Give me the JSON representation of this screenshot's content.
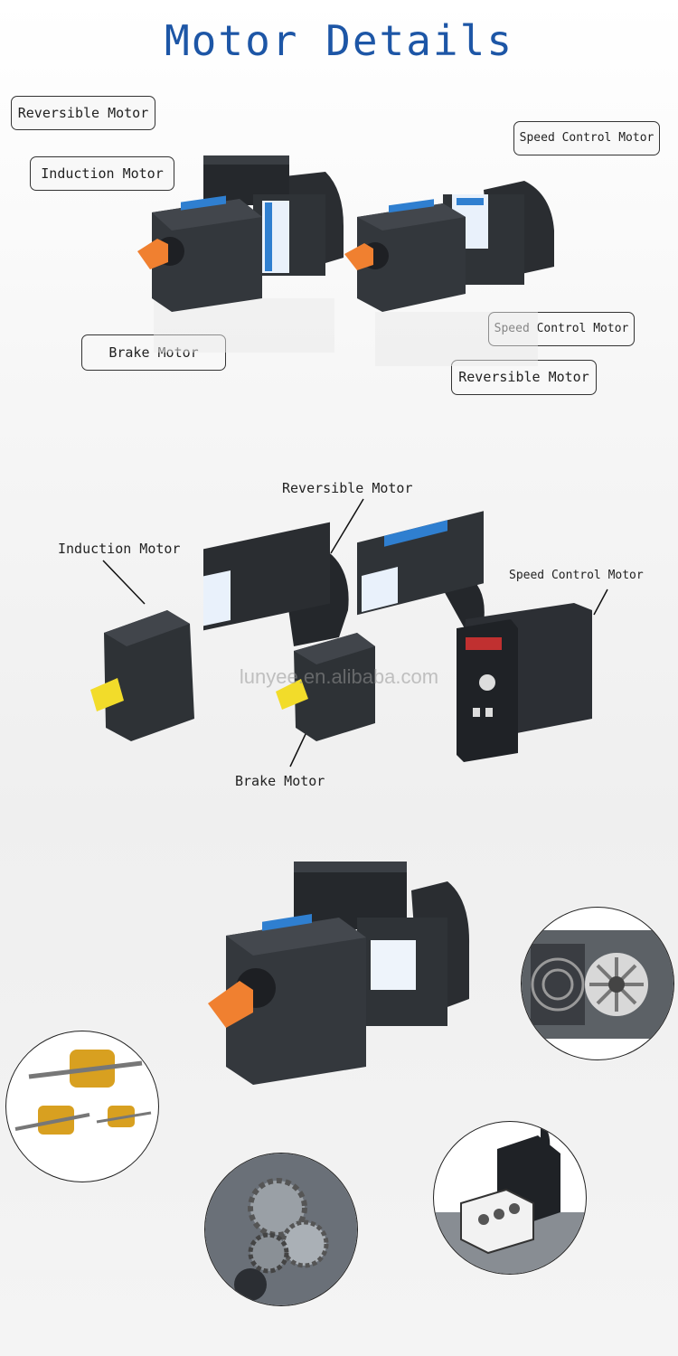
{
  "title": "Motor Details",
  "section1": {
    "labels": {
      "reversible_left": "Reversible Motor",
      "induction": "Induction Motor",
      "speed_control_top": "Speed Control Motor",
      "brake": "Brake Motor",
      "speed_control_mid": "Speed Control Motor",
      "reversible_right": "Reversible Motor"
    }
  },
  "section2": {
    "labels": {
      "reversible": "Reversible Motor",
      "induction": "Induction Motor",
      "speed_control": "Speed Control Motor",
      "brake": "Brake Motor"
    },
    "watermark": "lunyee.en.alibaba.com"
  },
  "colors": {
    "title": "#1d56a6",
    "motor_body": "#2c2f33",
    "shaft_orange": "#f08030",
    "shaft_yellow": "#f2dc2a",
    "label_blue": "#2f7fd0"
  }
}
